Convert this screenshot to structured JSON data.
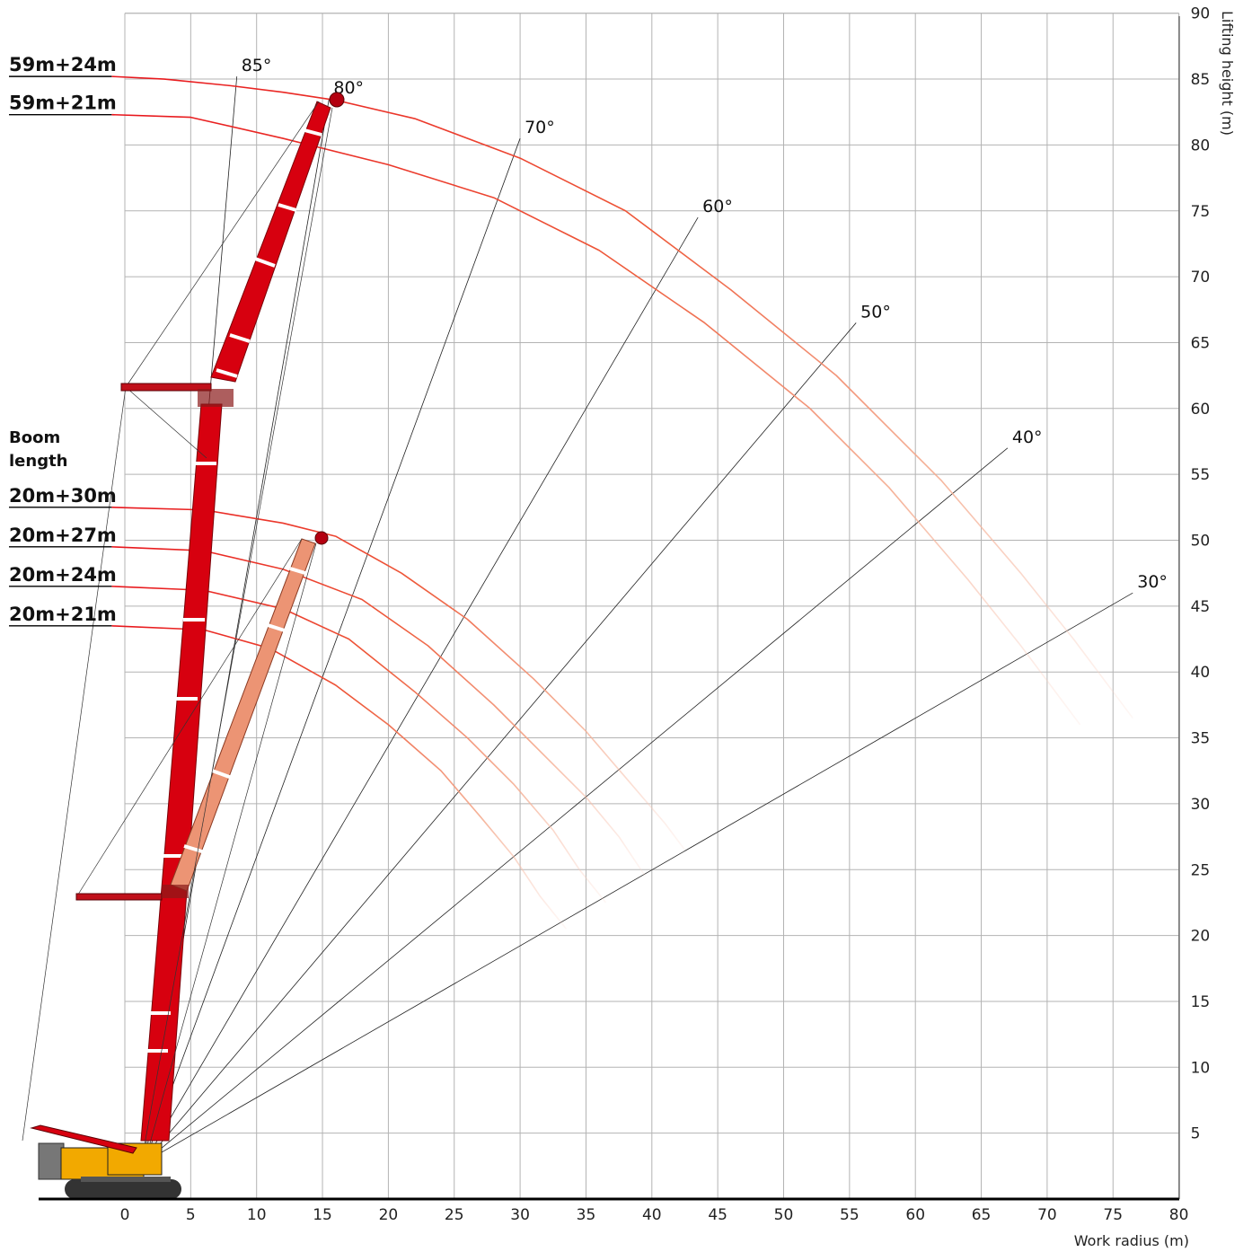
{
  "chart_data": {
    "type": "line",
    "title": "",
    "xlabel": "Work radius  (m)",
    "ylabel": "Lifting height  (m)",
    "xlim": [
      -6.5,
      80
    ],
    "ylim": [
      0,
      90
    ],
    "x_ticks": [
      0,
      5,
      10,
      15,
      20,
      25,
      30,
      35,
      40,
      45,
      50,
      55,
      60,
      65,
      70,
      75,
      80
    ],
    "y_ticks": [
      5,
      10,
      15,
      20,
      25,
      30,
      35,
      40,
      45,
      50,
      55,
      60,
      65,
      70,
      75,
      80,
      85,
      90
    ],
    "x_tick_labels": [
      "0",
      "5",
      "10",
      "15",
      "20",
      "25",
      "30",
      "35",
      "40",
      "45",
      "50",
      "55",
      "60",
      "65",
      "70",
      "75",
      "80"
    ],
    "y_tick_labels": [
      "5",
      "10",
      "15",
      "20",
      "25",
      "30",
      "35",
      "40",
      "45",
      "50",
      "55",
      "60",
      "65",
      "70",
      "75",
      "80",
      "85",
      "90"
    ],
    "grid": true,
    "legend_title": "Boom\nlength",
    "pivot": [
      1.5,
      2.8
    ],
    "series": [
      {
        "name": "59m+24m",
        "level": 85.2,
        "points": [
          [
            -1,
            85.2
          ],
          [
            3,
            85.0
          ],
          [
            8,
            84.5
          ],
          [
            12,
            84.0
          ],
          [
            16,
            83.4
          ],
          [
            22,
            82.0
          ],
          [
            30,
            79.0
          ],
          [
            38,
            75.0
          ],
          [
            46,
            69.0
          ],
          [
            54,
            62.5
          ],
          [
            62,
            54.5
          ],
          [
            68,
            47.5
          ],
          [
            72,
            42.5
          ],
          [
            75,
            38.5
          ],
          [
            76.5,
            36.5
          ]
        ]
      },
      {
        "name": "59m+21m",
        "level": 82.3,
        "points": [
          [
            -1,
            82.3
          ],
          [
            5,
            82.1
          ],
          [
            12,
            80.5
          ],
          [
            20,
            78.5
          ],
          [
            28,
            76.0
          ],
          [
            36,
            72.0
          ],
          [
            44,
            66.5
          ],
          [
            52,
            60.0
          ],
          [
            58,
            54.0
          ],
          [
            64,
            47.0
          ],
          [
            68,
            42.0
          ],
          [
            71,
            38.0
          ],
          [
            72.5,
            36.0
          ]
        ]
      },
      {
        "name": "20m+30m",
        "level": 52.5,
        "points": [
          [
            -1,
            52.5
          ],
          [
            6,
            52.3
          ],
          [
            12,
            51.3
          ],
          [
            16,
            50.3
          ],
          [
            21,
            47.5
          ],
          [
            26,
            44.0
          ],
          [
            31,
            39.5
          ],
          [
            35,
            35.5
          ],
          [
            38,
            32.0
          ],
          [
            41,
            28.5
          ],
          [
            42.5,
            26.5
          ]
        ]
      },
      {
        "name": "20m+27m",
        "level": 49.5,
        "points": [
          [
            -1,
            49.5
          ],
          [
            6,
            49.2
          ],
          [
            12,
            47.8
          ],
          [
            18,
            45.5
          ],
          [
            23,
            42.0
          ],
          [
            28,
            37.5
          ],
          [
            32,
            33.5
          ],
          [
            35,
            30.5
          ],
          [
            37.5,
            27.5
          ],
          [
            39.5,
            24.5
          ]
        ]
      },
      {
        "name": "20m+24m",
        "level": 46.5,
        "points": [
          [
            -1,
            46.5
          ],
          [
            6,
            46.2
          ],
          [
            12,
            44.8
          ],
          [
            17,
            42.5
          ],
          [
            22,
            38.5
          ],
          [
            26,
            35.0
          ],
          [
            29.5,
            31.5
          ],
          [
            32.5,
            28.0
          ],
          [
            34.5,
            25.0
          ],
          [
            36.5,
            22.5
          ]
        ]
      },
      {
        "name": "20m+21m",
        "level": 43.5,
        "points": [
          [
            -1,
            43.5
          ],
          [
            6,
            43.2
          ],
          [
            11,
            41.8
          ],
          [
            16,
            39.0
          ],
          [
            20,
            36.0
          ],
          [
            24,
            32.5
          ],
          [
            27,
            29.0
          ],
          [
            29.5,
            26.0
          ],
          [
            31.5,
            23.0
          ],
          [
            33.5,
            20.5
          ]
        ]
      }
    ],
    "angle_lines": [
      {
        "label": "85°",
        "end": [
          8.5,
          85.2
        ]
      },
      {
        "label": "80°",
        "end": [
          15.5,
          83.5
        ]
      },
      {
        "label": "70°",
        "end": [
          30.0,
          80.5
        ]
      },
      {
        "label": "60°",
        "end": [
          43.5,
          74.5
        ]
      },
      {
        "label": "50°",
        "end": [
          55.5,
          66.5
        ]
      },
      {
        "label": "40°",
        "end": [
          67.0,
          57.0
        ]
      },
      {
        "label": "30°",
        "end": [
          76.5,
          46.0
        ]
      }
    ]
  }
}
